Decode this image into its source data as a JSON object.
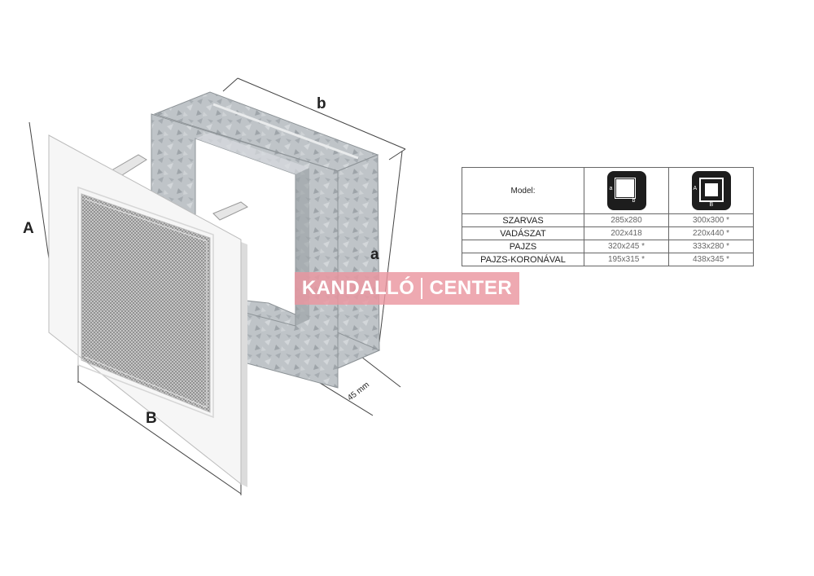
{
  "dimensions": {
    "outer_height": "A",
    "outer_width": "B",
    "inner_width": "b",
    "inner_height": "a",
    "depth": "45 mm"
  },
  "watermark": {
    "left_text": "KANDALLÓ",
    "right_text": "CENTER"
  },
  "table": {
    "model_label": "Model:",
    "icon_small": {
      "letter_side": "a",
      "letter_bottom": "b"
    },
    "icon_large": {
      "letter_side": "A",
      "letter_bottom": "B"
    },
    "rows": [
      {
        "name": "SZARVAS",
        "small": "285x280",
        "large": "300x300 *"
      },
      {
        "name": "VADÁSZAT",
        "small": "202x418",
        "large": "220x440 *"
      },
      {
        "name": "PAJZS",
        "small": "320x245 *",
        "large": "333x280 *"
      },
      {
        "name": "PAJZS-KORONÁVAL",
        "small": "195x315 *",
        "large": "438x345 *"
      }
    ]
  },
  "colors": {
    "frame": "#f5f5f5",
    "steel": "#b9bec2",
    "watermark": "#ea96a0",
    "icon_bg": "#1d1d1d"
  }
}
